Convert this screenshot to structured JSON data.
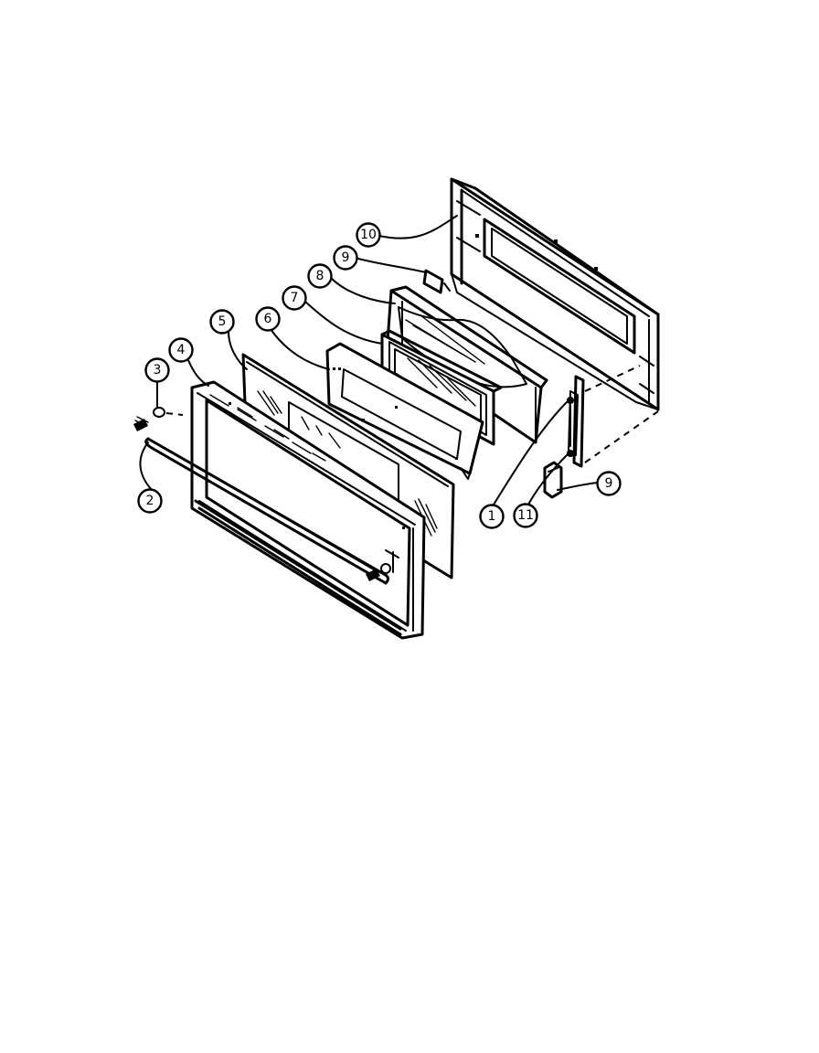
{
  "callouts": [
    {
      "id": "c10",
      "label": "10"
    },
    {
      "id": "c9a",
      "label": "9"
    },
    {
      "id": "c8",
      "label": "8"
    },
    {
      "id": "c7",
      "label": "7"
    },
    {
      "id": "c6",
      "label": "6"
    },
    {
      "id": "c5",
      "label": "5"
    },
    {
      "id": "c4",
      "label": "4"
    },
    {
      "id": "c3",
      "label": "3"
    },
    {
      "id": "c2",
      "label": "2"
    },
    {
      "id": "c1",
      "label": "1"
    },
    {
      "id": "c11",
      "label": "11"
    },
    {
      "id": "c9b",
      "label": "9"
    }
  ]
}
